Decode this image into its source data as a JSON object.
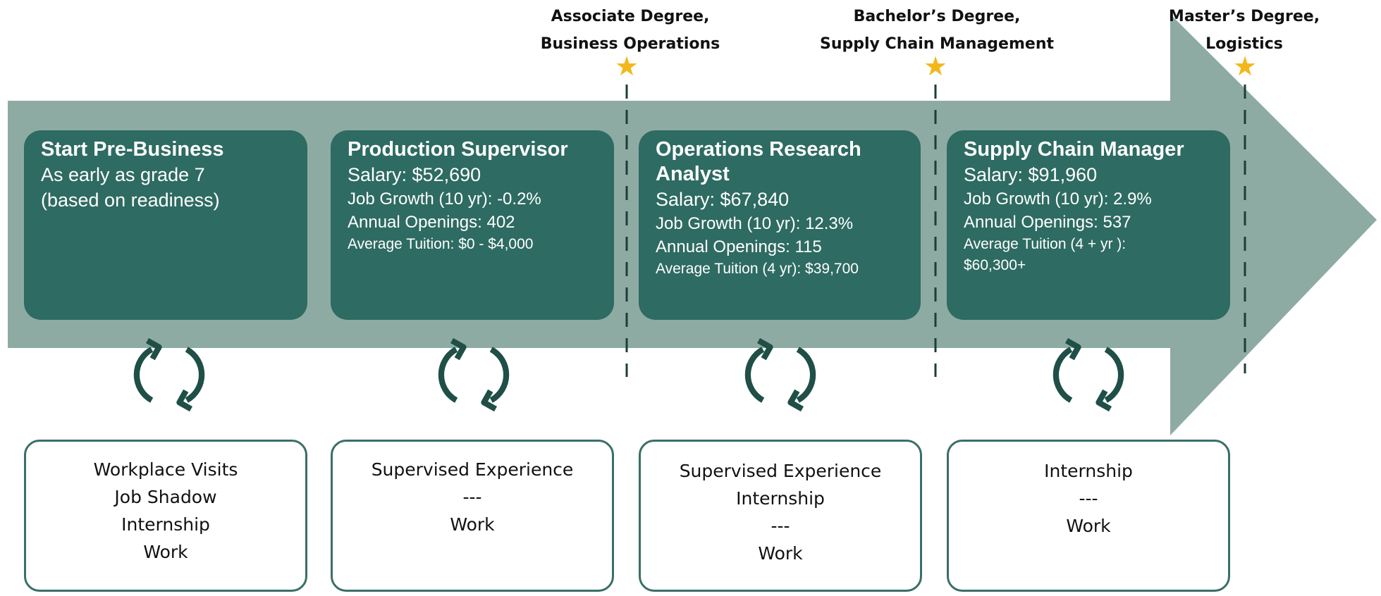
{
  "colors": {
    "arrow": "#8eaba3",
    "box": "#2e6b62",
    "icon": "#1f4f47",
    "star": "#f2b81a"
  },
  "milestones": [
    {
      "line1": "Associate Degree,",
      "line2": "Business Operations",
      "icon": "star-icon"
    },
    {
      "line1": "Bachelor’s Degree,",
      "line2": "Supply Chain Management",
      "icon": "star-icon"
    },
    {
      "line1": "Master’s Degree,",
      "line2": "Logistics",
      "icon": "star-icon"
    }
  ],
  "stages": [
    {
      "title": "Start Pre-Business",
      "line1": "As early as grade 7",
      "line2": "(based on readiness)"
    },
    {
      "title": "Production Supervisor",
      "salary": "Salary: $52,690",
      "growth": "Job Growth (10 yr): -0.2%",
      "openings": "Annual Openings: 402",
      "tuition": "Average Tuition: $0 - $4,000"
    },
    {
      "title_line1": "Operations Research",
      "title_line2": "Analyst",
      "salary": "Salary: $67,840",
      "growth": "Job Growth (10 yr): 12.3%",
      "openings": "Annual Openings: 115",
      "tuition": "Average Tuition (4 yr): $39,700"
    },
    {
      "title": "Supply Chain Manager",
      "salary": "Salary: $91,960",
      "growth": "Job Growth (10 yr): 2.9%",
      "openings": "Annual Openings: 537",
      "tuition_line1": "Average Tuition (4 + yr ):",
      "tuition_line2": "$60,300+"
    }
  ],
  "activities": [
    [
      "Workplace Visits",
      "Job Shadow",
      "Internship",
      "Work"
    ],
    [
      "Supervised Experience",
      "---",
      "Work"
    ],
    [
      "Supervised Experience",
      "Internship",
      "---",
      "Work"
    ],
    [
      "Internship",
      "---",
      "Work"
    ]
  ],
  "cycle_icon": "cycle-arrows-icon"
}
